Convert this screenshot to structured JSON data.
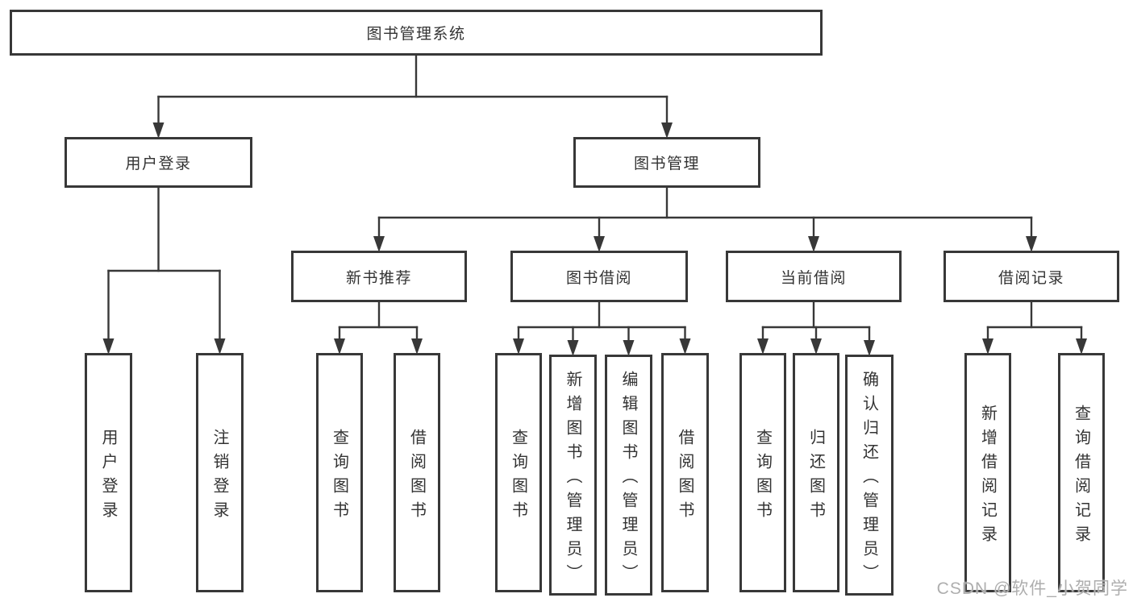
{
  "colors": {
    "background": "#ffffff",
    "line": "#383838",
    "box_border": "#383838",
    "box_fill": "#ffffff",
    "text": "#333333",
    "watermark": "#aeaeae"
  },
  "watermark": {
    "text": "CSDN @软件_小贺同学"
  },
  "diagram": {
    "type": "tree",
    "title": "图书管理系统",
    "nodes": [
      {
        "id": "root",
        "label": "图书管理系统",
        "parent": null
      },
      {
        "id": "user-login",
        "label": "用户登录",
        "parent": "root"
      },
      {
        "id": "book-management",
        "label": "图书管理",
        "parent": "root"
      },
      {
        "id": "leaf-user-login",
        "label": "用户登录",
        "parent": "user-login"
      },
      {
        "id": "leaf-logout",
        "label": "注销登录",
        "parent": "user-login"
      },
      {
        "id": "new-book-recommend",
        "label": "新书推荐",
        "parent": "book-management"
      },
      {
        "id": "book-borrowing",
        "label": "图书借阅",
        "parent": "book-management"
      },
      {
        "id": "current-borrowing",
        "label": "当前借阅",
        "parent": "book-management"
      },
      {
        "id": "borrowing-records",
        "label": "借阅记录",
        "parent": "book-management"
      },
      {
        "id": "recommend-query-book",
        "label": "查询图书",
        "parent": "new-book-recommend"
      },
      {
        "id": "recommend-borrow-book",
        "label": "借阅图书",
        "parent": "new-book-recommend"
      },
      {
        "id": "borrowing-query-book",
        "label": "查询图书",
        "parent": "book-borrowing"
      },
      {
        "id": "borrowing-add-book",
        "label": "新增图书（管理员）",
        "parent": "book-borrowing"
      },
      {
        "id": "borrowing-edit-book",
        "label": "编辑图书（管理员）",
        "parent": "book-borrowing"
      },
      {
        "id": "borrowing-borrow-book",
        "label": "借阅图书",
        "parent": "book-borrowing"
      },
      {
        "id": "current-query-book",
        "label": "查询图书",
        "parent": "current-borrowing"
      },
      {
        "id": "current-return-book",
        "label": "归还图书",
        "parent": "current-borrowing"
      },
      {
        "id": "current-confirm-return",
        "label": "确认归还（管理员）",
        "parent": "current-borrowing"
      },
      {
        "id": "records-add-record",
        "label": "新增借阅记录",
        "parent": "borrowing-records"
      },
      {
        "id": "records-query-record",
        "label": "查询借阅记录",
        "parent": "borrowing-records"
      }
    ]
  }
}
